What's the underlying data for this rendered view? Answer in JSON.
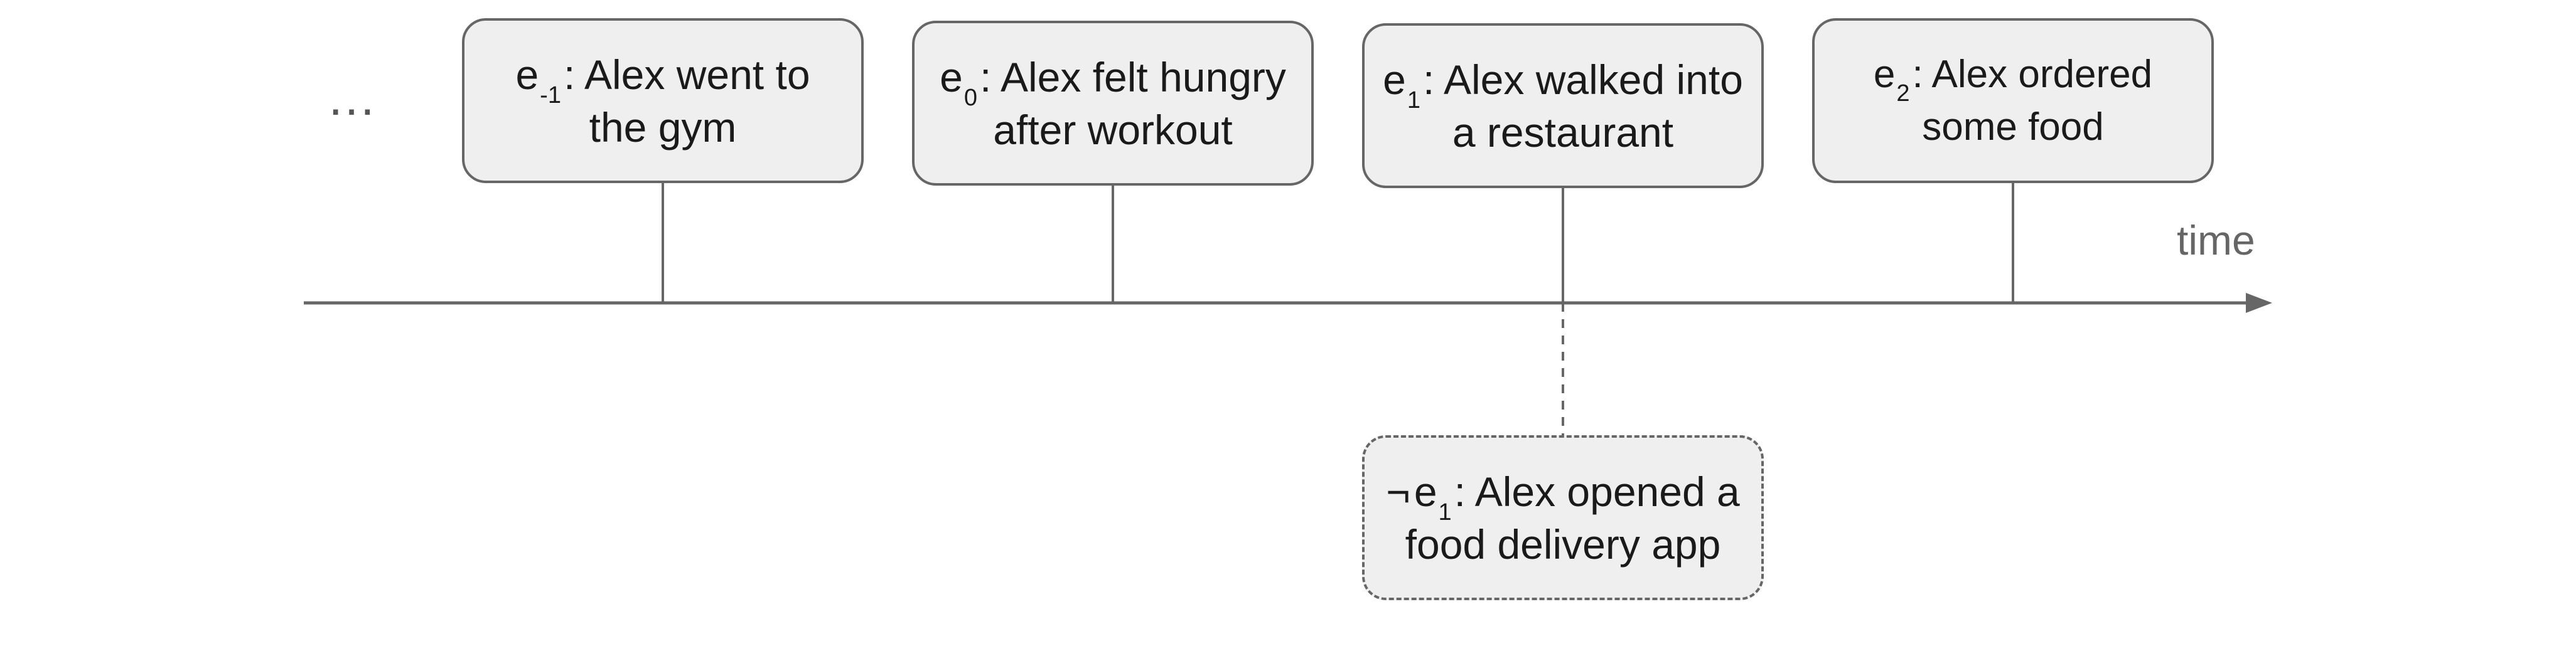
{
  "diagram": {
    "ellipsis": "…",
    "axis_label": "time",
    "events": [
      {
        "var": "e",
        "sub": "-1",
        "text": ": Alex went to the gym"
      },
      {
        "var": "e",
        "sub": "0",
        "text": ": Alex felt hungry after workout"
      },
      {
        "var": "e",
        "sub": "1",
        "text": ": Alex walked into a restaurant"
      },
      {
        "var": "e",
        "sub": "2",
        "text": ": Alex ordered some food"
      }
    ],
    "counterfactual": {
      "neg": "¬",
      "var": "e",
      "sub": "1",
      "text": ": Alex opened a food delivery app"
    },
    "colors": {
      "line": "#666666",
      "box_fill": "#efefef",
      "box_border": "#666666"
    }
  }
}
